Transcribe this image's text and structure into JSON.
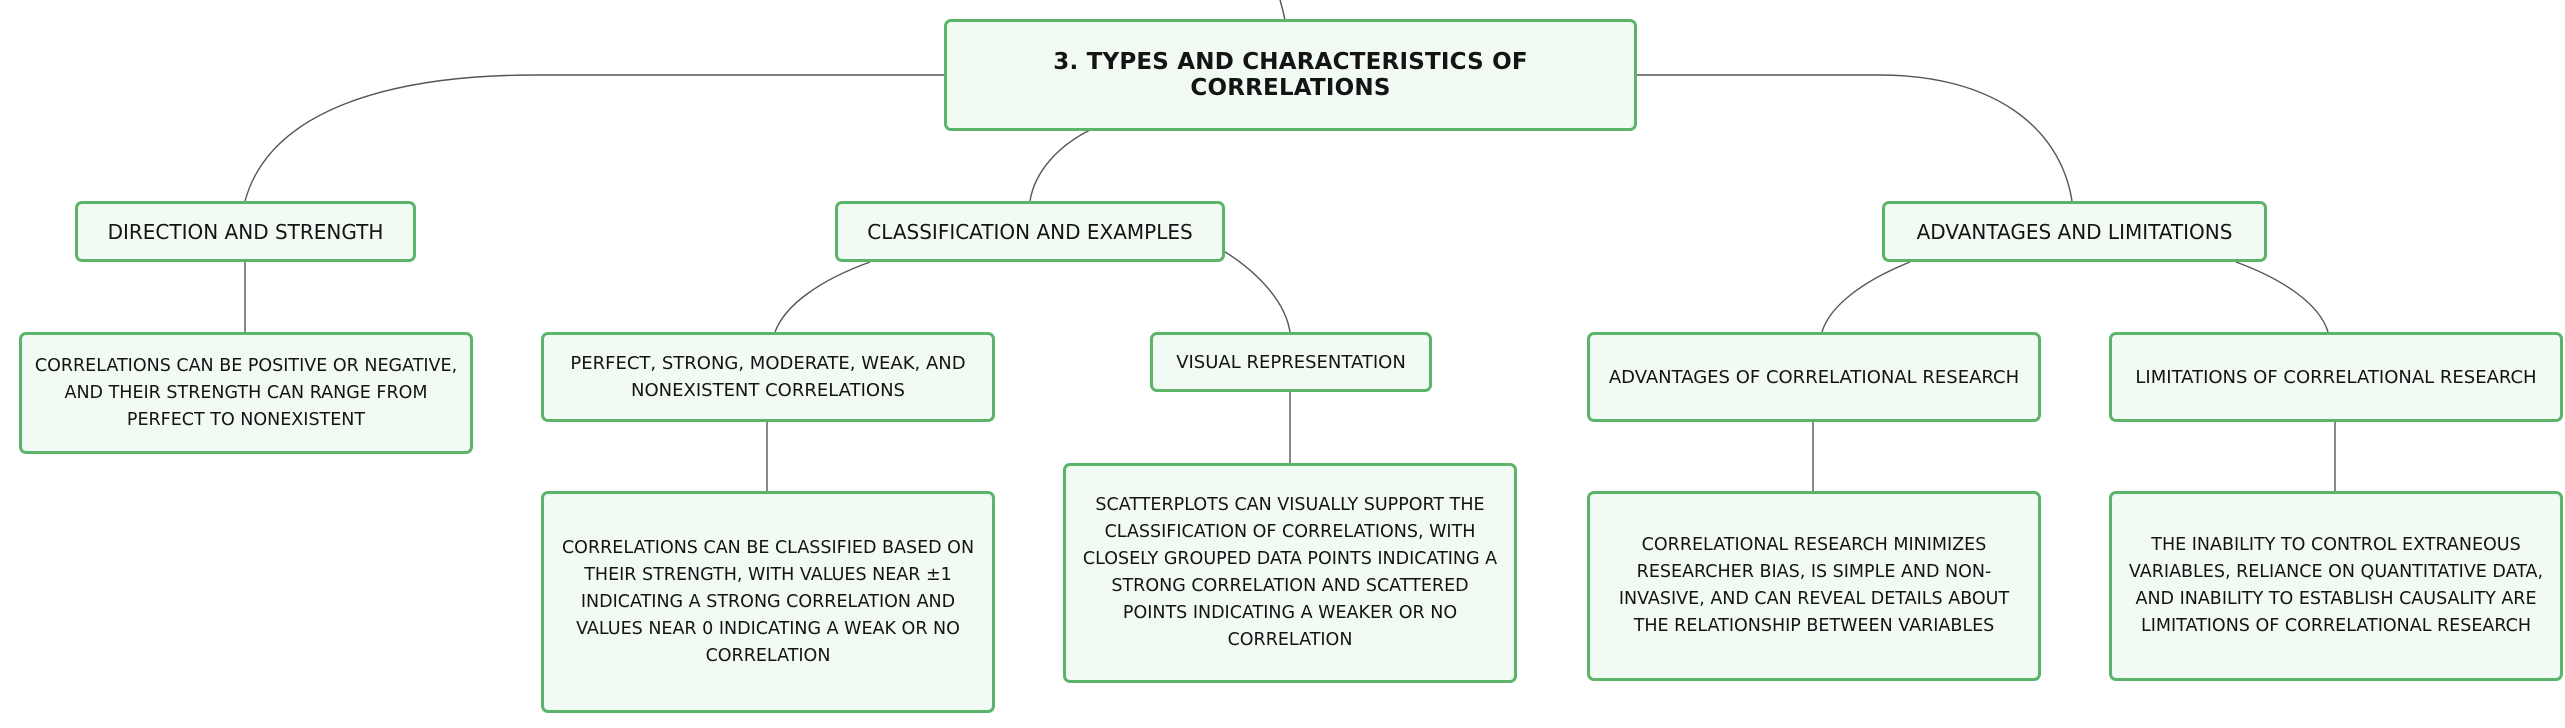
{
  "root": {
    "label": "3. TYPES AND CHARACTERISTICS OF CORRELATIONS"
  },
  "branches": {
    "direction": {
      "label": "DIRECTION AND STRENGTH",
      "detail": "CORRELATIONS CAN BE POSITIVE OR NEGATIVE, AND THEIR STRENGTH CAN RANGE FROM PERFECT TO NONEXISTENT"
    },
    "classification": {
      "label": "CLASSIFICATION AND EXAMPLES",
      "types": {
        "label": "PERFECT, STRONG, MODERATE, WEAK, AND NONEXISTENT CORRELATIONS",
        "detail": "CORRELATIONS CAN BE CLASSIFIED BASED ON THEIR STRENGTH, WITH VALUES NEAR ±1 INDICATING A STRONG CORRELATION AND VALUES NEAR 0 INDICATING A WEAK OR NO CORRELATION"
      },
      "visual": {
        "label": "VISUAL REPRESENTATION",
        "detail": "SCATTERPLOTS CAN VISUALLY SUPPORT THE CLASSIFICATION OF CORRELATIONS, WITH CLOSELY GROUPED DATA POINTS INDICATING A STRONG CORRELATION AND SCATTERED POINTS INDICATING A WEAKER OR NO CORRELATION"
      }
    },
    "advlim": {
      "label": "ADVANTAGES AND LIMITATIONS",
      "advantages": {
        "label": "ADVANTAGES OF CORRELATIONAL RESEARCH",
        "detail": "CORRELATIONAL RESEARCH MINIMIZES RESEARCHER BIAS, IS SIMPLE AND NON-INVASIVE, AND CAN REVEAL DETAILS ABOUT THE RELATIONSHIP BETWEEN VARIABLES"
      },
      "limitations": {
        "label": "LIMITATIONS OF CORRELATIONAL RESEARCH",
        "detail": "THE INABILITY TO CONTROL EXTRANEOUS VARIABLES, RELIANCE ON QUANTITATIVE DATA, AND INABILITY TO ESTABLISH CAUSALITY ARE LIMITATIONS OF CORRELATIONAL RESEARCH"
      }
    }
  },
  "colors": {
    "node_border": "#5cb46b",
    "node_fill": "#f2faf4",
    "connector": "#555555",
    "text": "#141414"
  }
}
